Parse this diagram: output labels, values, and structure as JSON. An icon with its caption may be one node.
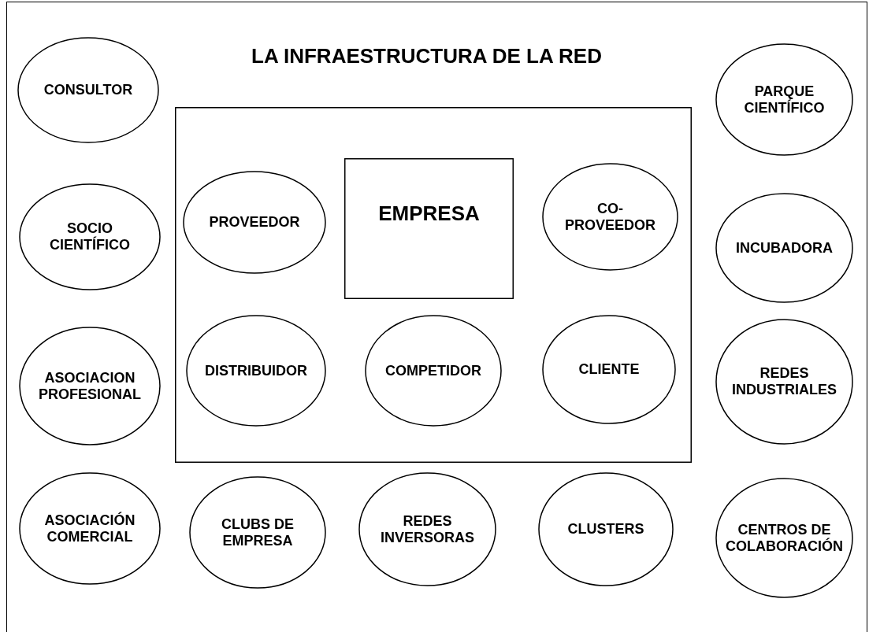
{
  "diagram": {
    "title": "LA INFRAESTRUCTURA DE LA RED",
    "nodes": [
      {
        "text": [
          "CONSULTOR"
        ]
      },
      {
        "text": [
          "PARQUE CIENTÍFICO"
        ]
      },
      {
        "text": [],
        "shape": "box"
      },
      {
        "text": [
          "PROVEEDOR"
        ],
        "in": 2
      },
      {
        "text": [
          "EMPRESA"
        ],
        "in": 2
      },
      {
        "text": [
          "CO-PROVEEDOR"
        ],
        "in": 2
      },
      {
        "text": [
          "SOCIO CIENTÍFICO"
        ]
      },
      {
        "text": [
          "INCUBADORA"
        ]
      },
      {
        "text": [
          "DISTRIBUIDOR"
        ],
        "in": 2
      },
      {
        "text": [
          "COMPETIDOR"
        ],
        "in": 2
      },
      {
        "text": [
          "CLIENTE"
        ],
        "in": 2
      },
      {
        "text": [
          "ASOCIACION PROFESIONAL"
        ]
      },
      {
        "text": [
          "REDES INDUSTRIALES"
        ]
      },
      {
        "text": [
          "ASOCIACIÓN COMERCIAL"
        ]
      },
      {
        "text": [
          "CLUBS DE EMPRESA"
        ]
      },
      {
        "text": [
          "REDES INVERSORAS"
        ]
      },
      {
        "text": [
          "CLUSTERS"
        ]
      },
      {
        "text": [
          "CENTROS DE COLABORACIÓN"
        ]
      }
    ],
    "edges": []
  }
}
